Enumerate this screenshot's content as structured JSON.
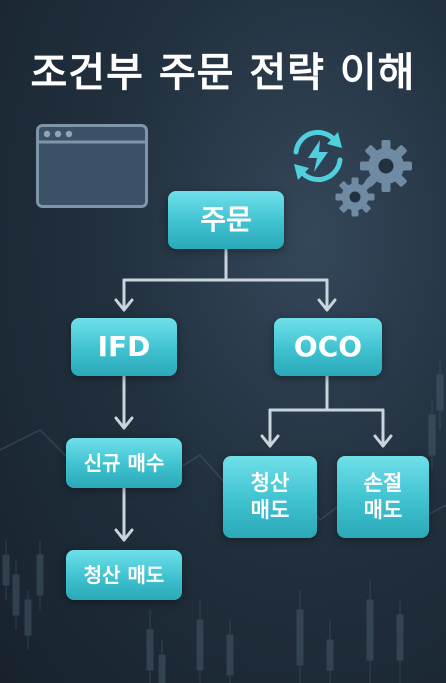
{
  "title": "조건부 주문 전략 이해",
  "icons": {
    "browser": "browser-window-icon",
    "sync": "sync-lightning-icon",
    "gears": "gears-icon"
  },
  "colors": {
    "node": "#3fc1cf",
    "connector": "#c9d4dc",
    "background": "#22313f"
  },
  "diagram": {
    "root": "주문",
    "ifd": {
      "label": "IFD",
      "step1": "신규 매수",
      "step2": "청산 매도"
    },
    "oco": {
      "label": "OCO",
      "option1": "청산\n매도",
      "option2": "손절\n매도"
    }
  }
}
